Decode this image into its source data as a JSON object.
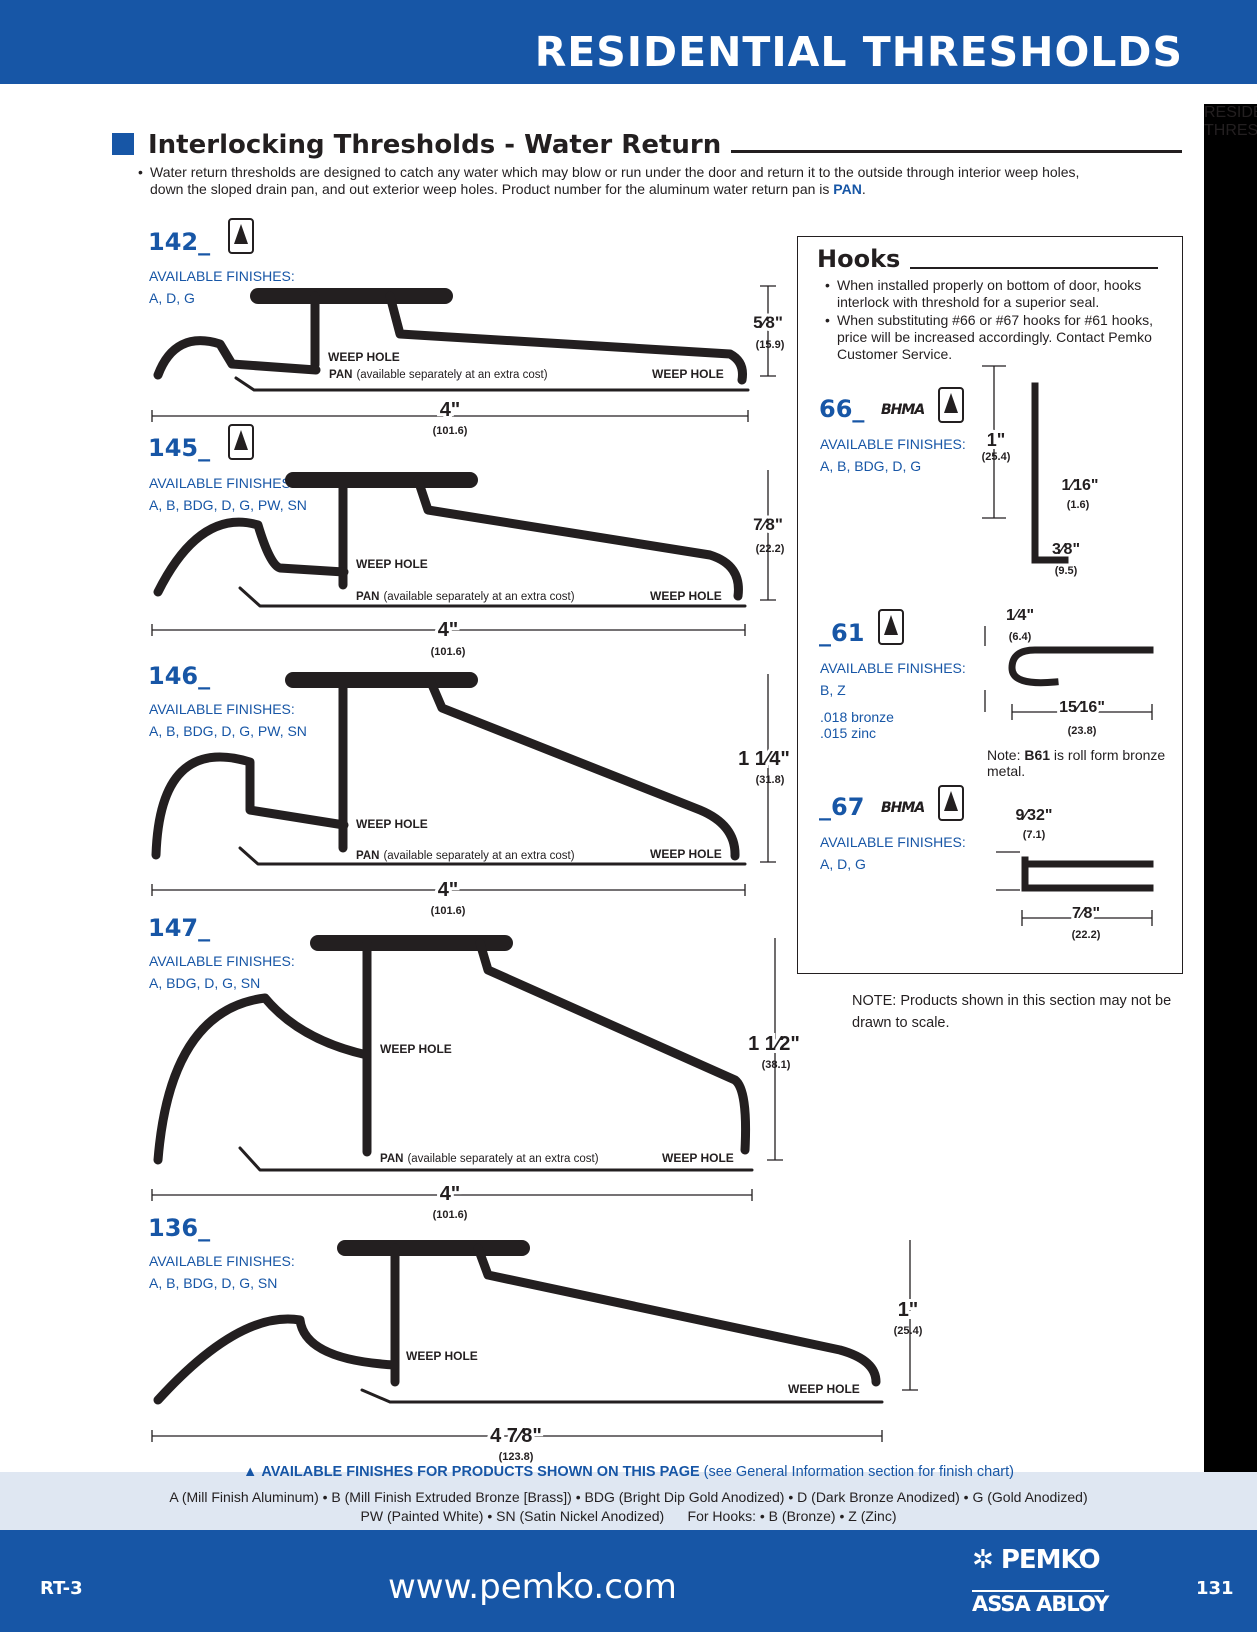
{
  "header": {
    "title": "RESIDENTIAL THRESHOLDS"
  },
  "sidebar": {
    "text": "RESIDENTIAL THRESHOLDS"
  },
  "section": {
    "title": "Interlocking Thresholds - Water Return"
  },
  "intro": {
    "bullet": "•",
    "text": "Water return thresholds are designed to catch any water which may blow or run under the door and return it to the outside through interior weep holes, down the sloped drain pan, and out exterior weep holes. Product number for the aluminum water return pan is ",
    "pan": "PAN",
    "end": "."
  },
  "products": [
    {
      "number": "142_",
      "finishes_label": "AVAILABLE FINISHES:",
      "finishes": "A, D, G",
      "height": "5⁄8\"",
      "height_mm": "(15.9)",
      "width": "4\"",
      "width_mm": "(101.6)"
    },
    {
      "number": "145_",
      "finishes_label": "AVAILABLE FINISHES:",
      "finishes": "A, B, BDG, D, G, PW, SN",
      "height": "7⁄8\"",
      "height_mm": "(22.2)",
      "width": "4\"",
      "width_mm": "(101.6)"
    },
    {
      "number": "146_",
      "finishes_label": "AVAILABLE FINISHES:",
      "finishes": "A, B, BDG, D, G, PW, SN",
      "height": "1 1⁄4\"",
      "height_mm": "(31.8)",
      "width": "4\"",
      "width_mm": "(101.6)"
    },
    {
      "number": "147_",
      "finishes_label": "AVAILABLE FINISHES:",
      "finishes": "A, BDG, D, G, SN",
      "height": "1 1⁄2\"",
      "height_mm": "(38.1)",
      "width": "4\"",
      "width_mm": "(101.6)"
    },
    {
      "number": "136_",
      "finishes_label": "AVAILABLE FINISHES:",
      "finishes": "A, B, BDG, D, G, SN",
      "height": "1\"",
      "height_mm": "(25.4)",
      "width": "4 7⁄8\"",
      "width_mm": "(123.8)"
    }
  ],
  "labels": {
    "weep_hole": "WEEP HOLE",
    "pan": "PAN",
    "pan_note": "(available separately at an extra cost)"
  },
  "hooks": {
    "title": "Hooks",
    "bullets": [
      "When installed properly on bottom of door, hooks interlock with threshold for a superior seal.",
      "When substituting #66 or #67 hooks for #61 hooks, price will be increased accordingly. Contact Pemko Customer Service."
    ],
    "items": [
      {
        "number": "66_",
        "finishes_label": "AVAILABLE FINISHES:",
        "finishes": "A, B, BDG, D, G",
        "dims": [
          "1\"",
          "(25.4)",
          "1⁄16\"",
          "(1.6)",
          "3⁄8\"",
          "(9.5)"
        ]
      },
      {
        "number": "_61",
        "finishes_label": "AVAILABLE FINISHES:",
        "finishes": "B, Z",
        "materials": [
          ".018 bronze",
          ".015 zinc"
        ],
        "dims": [
          "1⁄4\"",
          "(6.4)",
          "15⁄16\"",
          "(23.8)"
        ],
        "note_prefix": "Note: ",
        "note_bold": "B61",
        "note_rest": " is roll form bronze metal."
      },
      {
        "number": "_67",
        "finishes_label": "AVAILABLE FINISHES:",
        "finishes": "A, D, G",
        "dims": [
          "9⁄32\"",
          "(7.1)",
          "7⁄8\"",
          "(22.2)"
        ]
      }
    ],
    "bhma": "BHMA"
  },
  "note": {
    "prefix": "NOTE:",
    "text": " Products shown in this section may not be drawn to scale."
  },
  "finishes_bar": {
    "heading": "AVAILABLE FINISHES FOR PRODUCTS SHOWN ON THIS PAGE",
    "see": " (see General Information section for finish chart)",
    "line1": "A (Mill Finish Aluminum) • B (Mill Finish Extruded Bronze [Brass]) • BDG (Bright Dip Gold Anodized) • D (Dark Bronze Anodized) • G (Gold Anodized)",
    "line2": "PW (Painted White) • SN (Satin Nickel Anodized)      For Hooks: • B (Bronze) • Z (Zinc)"
  },
  "footer": {
    "left": "RT-3",
    "url": "www.pemko.com",
    "page": "131",
    "brand": "PEMKO",
    "parent": "ASSA ABLOY"
  },
  "colors": {
    "blue": "#1756a6",
    "black": "#231f20",
    "band": "#dfe7f2"
  }
}
